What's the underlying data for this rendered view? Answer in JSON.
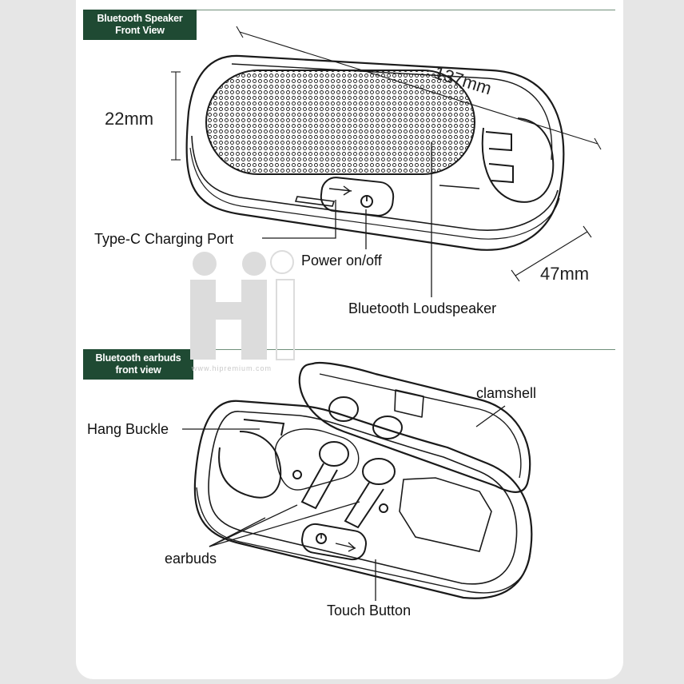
{
  "speaker_section": {
    "badge_line1": "Bluetooth Speaker",
    "badge_line2": "Front View",
    "dim_length": "137mm",
    "dim_height": "22mm",
    "dim_depth": "47mm",
    "label_typec": "Type-C Charging Port",
    "label_power": "Power on/off",
    "label_loudspeaker": "Bluetooth Loudspeaker"
  },
  "earbuds_section": {
    "badge_line1": "Bluetooth earbuds",
    "badge_line2": "front view",
    "label_clamshell": "clamshell",
    "label_hang_buckle": "Hang Buckle",
    "label_earbuds": "earbuds",
    "label_touch_button": "Touch Button"
  },
  "watermark": "www.hipremium.com",
  "colors": {
    "badge_bg": "#1f4a33",
    "rule": "#6f8f7a",
    "line": "#1a1a1a"
  }
}
